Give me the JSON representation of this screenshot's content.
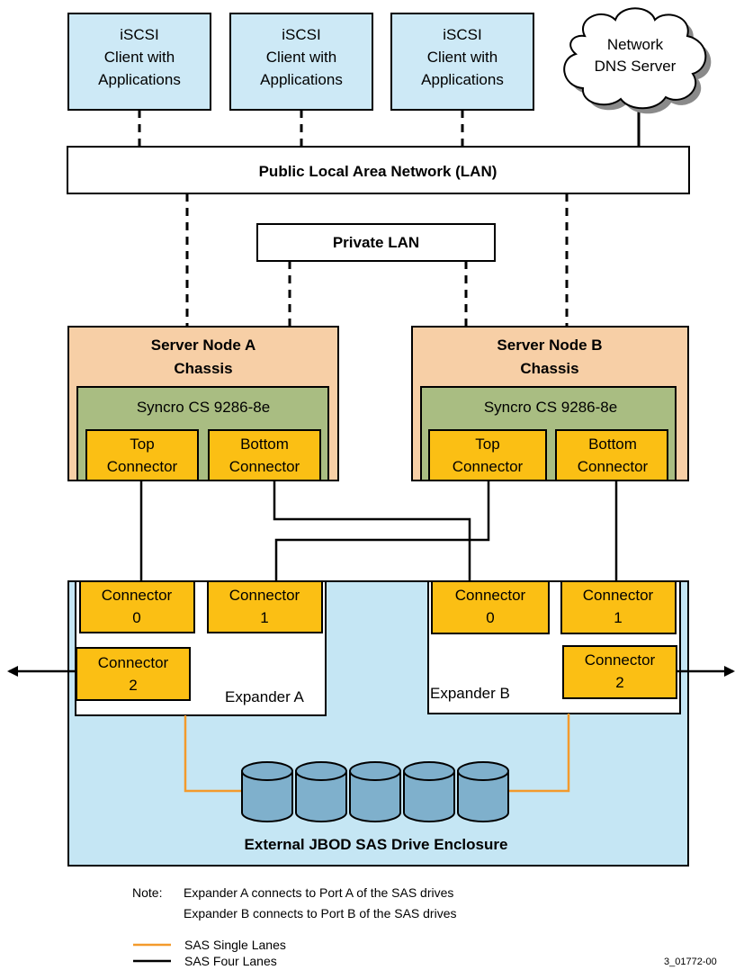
{
  "clients": [
    {
      "line1": "iSCSI",
      "line2": "Client with",
      "line3": "Applications"
    },
    {
      "line1": "iSCSI",
      "line2": "Client with",
      "line3": "Applications"
    },
    {
      "line1": "iSCSI",
      "line2": "Client with",
      "line3": "Applications"
    }
  ],
  "dns": {
    "line1": "Network",
    "line2": "DNS Server"
  },
  "public_lan": "Public Local Area Network (LAN)",
  "private_lan": "Private LAN",
  "node_a": {
    "title1": "Server Node A",
    "title2": "Chassis",
    "controller": "Syncro CS 9286-8e",
    "top": {
      "line1": "Top",
      "line2": "Connector"
    },
    "bottom": {
      "line1": "Bottom",
      "line2": "Connector"
    }
  },
  "node_b": {
    "title1": "Server Node B",
    "title2": "Chassis",
    "controller": "Syncro CS 9286-8e",
    "top": {
      "line1": "Top",
      "line2": "Connector"
    },
    "bottom": {
      "line1": "Bottom",
      "line2": "Connector"
    }
  },
  "expander_a": {
    "label": "Expander A",
    "c0": {
      "line1": "Connector",
      "line2": "0"
    },
    "c1": {
      "line1": "Connector",
      "line2": "1"
    },
    "c2": {
      "line1": "Connector",
      "line2": "2"
    }
  },
  "expander_b": {
    "label": "Expander B",
    "c0": {
      "line1": "Connector",
      "line2": "0"
    },
    "c1": {
      "line1": "Connector",
      "line2": "1"
    },
    "c2": {
      "line1": "Connector",
      "line2": "2"
    }
  },
  "enclosure_label": "External JBOD SAS Drive Enclosure",
  "note": {
    "prefix": "Note:",
    "line1": "Expander A connects to Port A of the SAS drives",
    "line2": "Expander B connects to Port B of the SAS drives"
  },
  "legend": {
    "single": "SAS Single Lanes",
    "four": "SAS Four Lanes"
  },
  "figure_id": "3_01772-00",
  "colors": {
    "client_fill": "#cde9f6",
    "chassis_fill": "#f7cfa6",
    "controller_fill": "#a9bd82",
    "connector_fill": "#fbbf14",
    "enclosure_fill": "#c5e6f4",
    "drive_fill": "#7fb0cc",
    "sas_single": "#f39a2c",
    "sas_four": "#000000"
  },
  "drive_count": 5
}
